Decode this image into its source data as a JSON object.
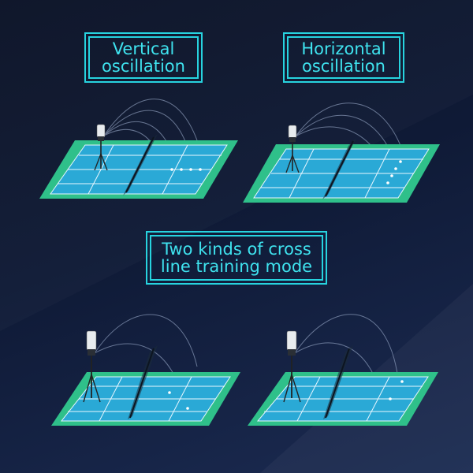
{
  "labels": {
    "vertical": "Vertical\noscillation",
    "horizontal": "Horizontal\noscillation",
    "cross": "Two kinds of cross\nline training mode"
  },
  "colors": {
    "accent": "#27d3df",
    "court_outer": "#2fc08a",
    "court_inner": "#2aa9d6",
    "court_lines": "#e8f6ff",
    "background": "#0f1a36"
  },
  "scenes": [
    {
      "name": "vertical-oscillation-court",
      "landing_dots": 4,
      "pattern": "row"
    },
    {
      "name": "horizontal-oscillation-court",
      "landing_dots": 4,
      "pattern": "column"
    },
    {
      "name": "cross-line-court-1",
      "landing_dots": 2,
      "pattern": "cross-a"
    },
    {
      "name": "cross-line-court-2",
      "landing_dots": 2,
      "pattern": "cross-b"
    }
  ]
}
